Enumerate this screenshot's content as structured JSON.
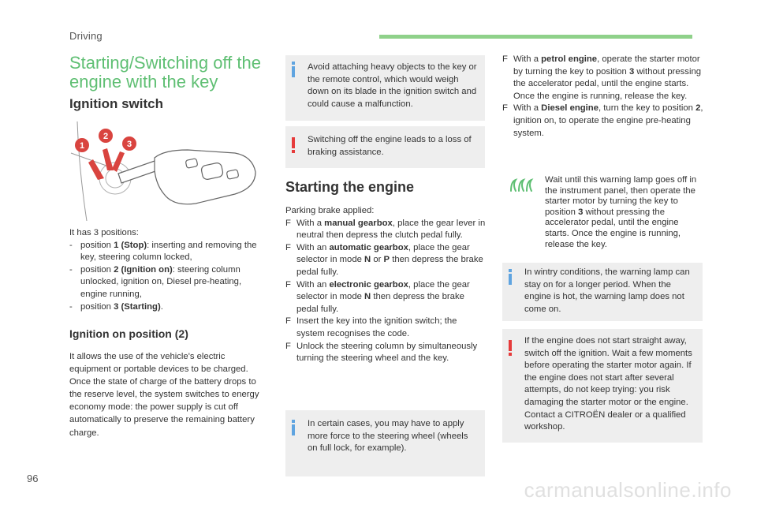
{
  "header": {
    "section": "Driving",
    "accent": "#8fd18a"
  },
  "page_number": "96",
  "watermark": "carmanualsonline.info",
  "col1": {
    "title_line1": "Starting/Switching off the",
    "title_line2": "engine with the key",
    "ignition_heading": "Ignition switch",
    "positions_intro": "It has 3 positions:",
    "positions": [
      {
        "dash": "-",
        "pre": "position ",
        "bold": "1 (Stop)",
        "post": ": inserting and removing the key, steering column locked,"
      },
      {
        "dash": "-",
        "pre": "position ",
        "bold": "2 (Ignition on)",
        "post": ": steering column unlocked, ignition on, Diesel pre-heating, engine running,"
      },
      {
        "dash": "-",
        "pre": "position ",
        "bold": "3 (Starting)",
        "post": "."
      }
    ],
    "ign_on_heading": "Ignition on position (2)",
    "ign_on_text": "It allows the use of the vehicle's electric equipment or portable devices to be charged. Once the state of charge of the battery drops to the reserve level, the system switches to energy economy mode: the power supply is cut off automatically to preserve the remaining battery charge.",
    "callouts": [
      "1",
      "2",
      "3"
    ]
  },
  "col2": {
    "info_box_1": "Avoid attaching heavy objects to the key or the remote control, which would weigh down on its blade in the ignition switch and could cause a malfunction.",
    "warn_box_1": "Switching off the engine leads to a loss of braking assistance.",
    "starting_heading": "Starting the engine",
    "parking_intro": "Parking brake applied:",
    "steps": [
      {
        "bullet": "F",
        "pre": "With a ",
        "bold": "manual gearbox",
        "post": ", place the gear lever in neutral then depress the clutch pedal fully."
      },
      {
        "bullet": "F",
        "pre": "With an ",
        "bold": "automatic gearbox",
        "post": ", place the gear selector in mode ",
        "bold2": "N",
        "mid": " or ",
        "bold3": "P",
        "post2": " then depress the brake pedal fully."
      },
      {
        "bullet": "F",
        "pre": "With an ",
        "bold": "electronic gearbox",
        "post": ", place the gear selector in mode ",
        "bold2": "N",
        "post2": " then depress the brake pedal fully."
      },
      {
        "bullet": "F",
        "text": "Insert the key into the ignition switch; the system recognises the code."
      },
      {
        "bullet": "F",
        "text": "Unlock the steering column by simultaneously turning the steering wheel and the key."
      }
    ],
    "info_box_2": "In certain cases, you may have to apply more force to the steering wheel (wheels on full lock, for example)."
  },
  "col3": {
    "petrol": {
      "bullet": "F",
      "pre": "With a ",
      "bold": "petrol engine",
      "post": ", operate the starter motor by turning the key to position ",
      "bold2": "3",
      "post2": " without pressing the accelerator pedal, until the engine starts. Once the engine is running, release the key."
    },
    "diesel": {
      "bullet": "F",
      "pre": "With a ",
      "bold": "Diesel engine",
      "post": ", turn the key to position ",
      "bold2": "2",
      "post2": ", ignition on, to operate the engine pre-heating system."
    },
    "lamp_pre": "Wait until this warning lamp goes off in the instrument panel, then operate the starter motor by turning the key to position ",
    "lamp_bold": "3",
    "lamp_post": " without pressing the accelerator pedal, until the engine starts. Once the engine is running, release the key.",
    "info_box_3": "In wintry conditions, the warning lamp can stay on for a longer period. When the engine is hot, the warning lamp does not come on.",
    "warn_box_2": "If the engine does not start straight away, switch off the ignition. Wait a few moments before operating the starter motor again. If the engine does not start after several attempts, do not keep trying: you risk damaging the starter motor or the engine. Contact a CITROËN dealer or a qualified workshop."
  },
  "colors": {
    "heading_green": "#5fbf73",
    "info_blue": "#5fa4e0",
    "warn_red": "#e63b3b",
    "callout_red": "#d9443f",
    "box_grey": "#eeeeee"
  },
  "icons": [
    "preheat-lamp-icon",
    "info-icon",
    "warning-icon",
    "key-fob-illustration"
  ]
}
